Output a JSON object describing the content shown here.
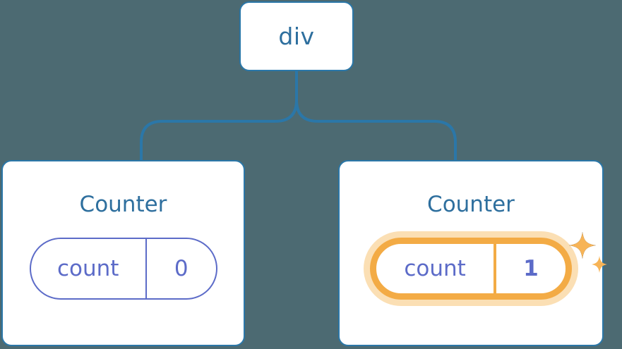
{
  "diagram": {
    "type": "component-tree",
    "background_color": "#4c6a72",
    "node_border_color": "#2b77a8",
    "node_text_color": "#2e6f9e",
    "state_color": "#5c6bc8",
    "highlight_color": "#f3ab45",
    "highlight_glow_color": "#fbdfb4",
    "root": {
      "label": "div"
    },
    "children": [
      {
        "title": "Counter",
        "state_key": "count",
        "state_value": "0",
        "highlighted": "false"
      },
      {
        "title": "Counter",
        "state_key": "count",
        "state_value": "1",
        "highlighted": "true"
      }
    ],
    "icons": {
      "sparkle_large": "sparkle-icon",
      "sparkle_small": "sparkle-icon"
    }
  }
}
